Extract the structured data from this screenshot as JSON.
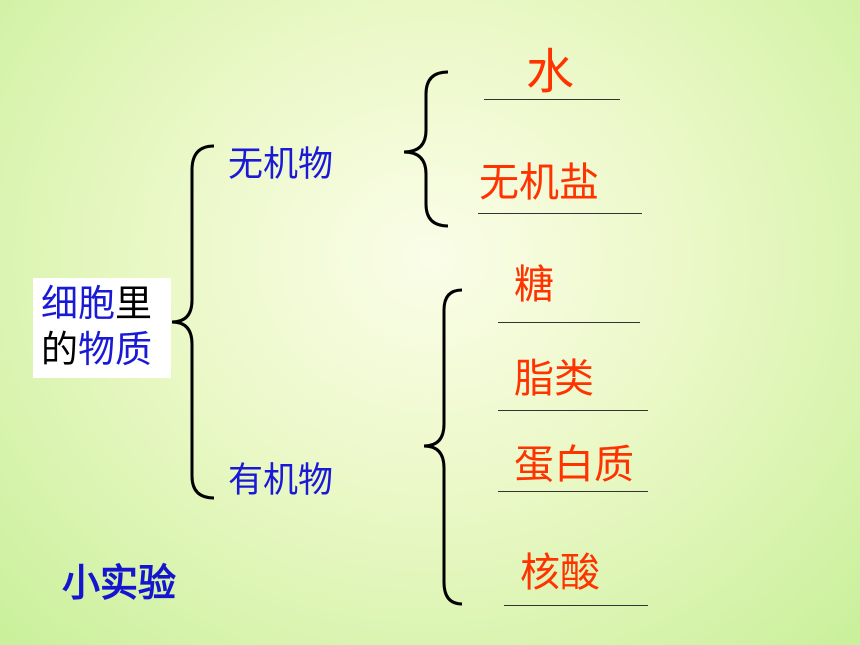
{
  "root": {
    "part1": "细胞",
    "part2": "里",
    "part3": "的",
    "part4": "物质"
  },
  "categories": {
    "inorganic": "无机物",
    "organic": "有机物"
  },
  "inorganic_items": [
    "水",
    "无机盐"
  ],
  "organic_items": [
    "糖",
    "脂类",
    "蛋白质",
    "核酸"
  ],
  "experiment_label": "小实验",
  "colors": {
    "category": "#1a1ad6",
    "answer": "#ff3300",
    "background": "#d8f4ae"
  }
}
